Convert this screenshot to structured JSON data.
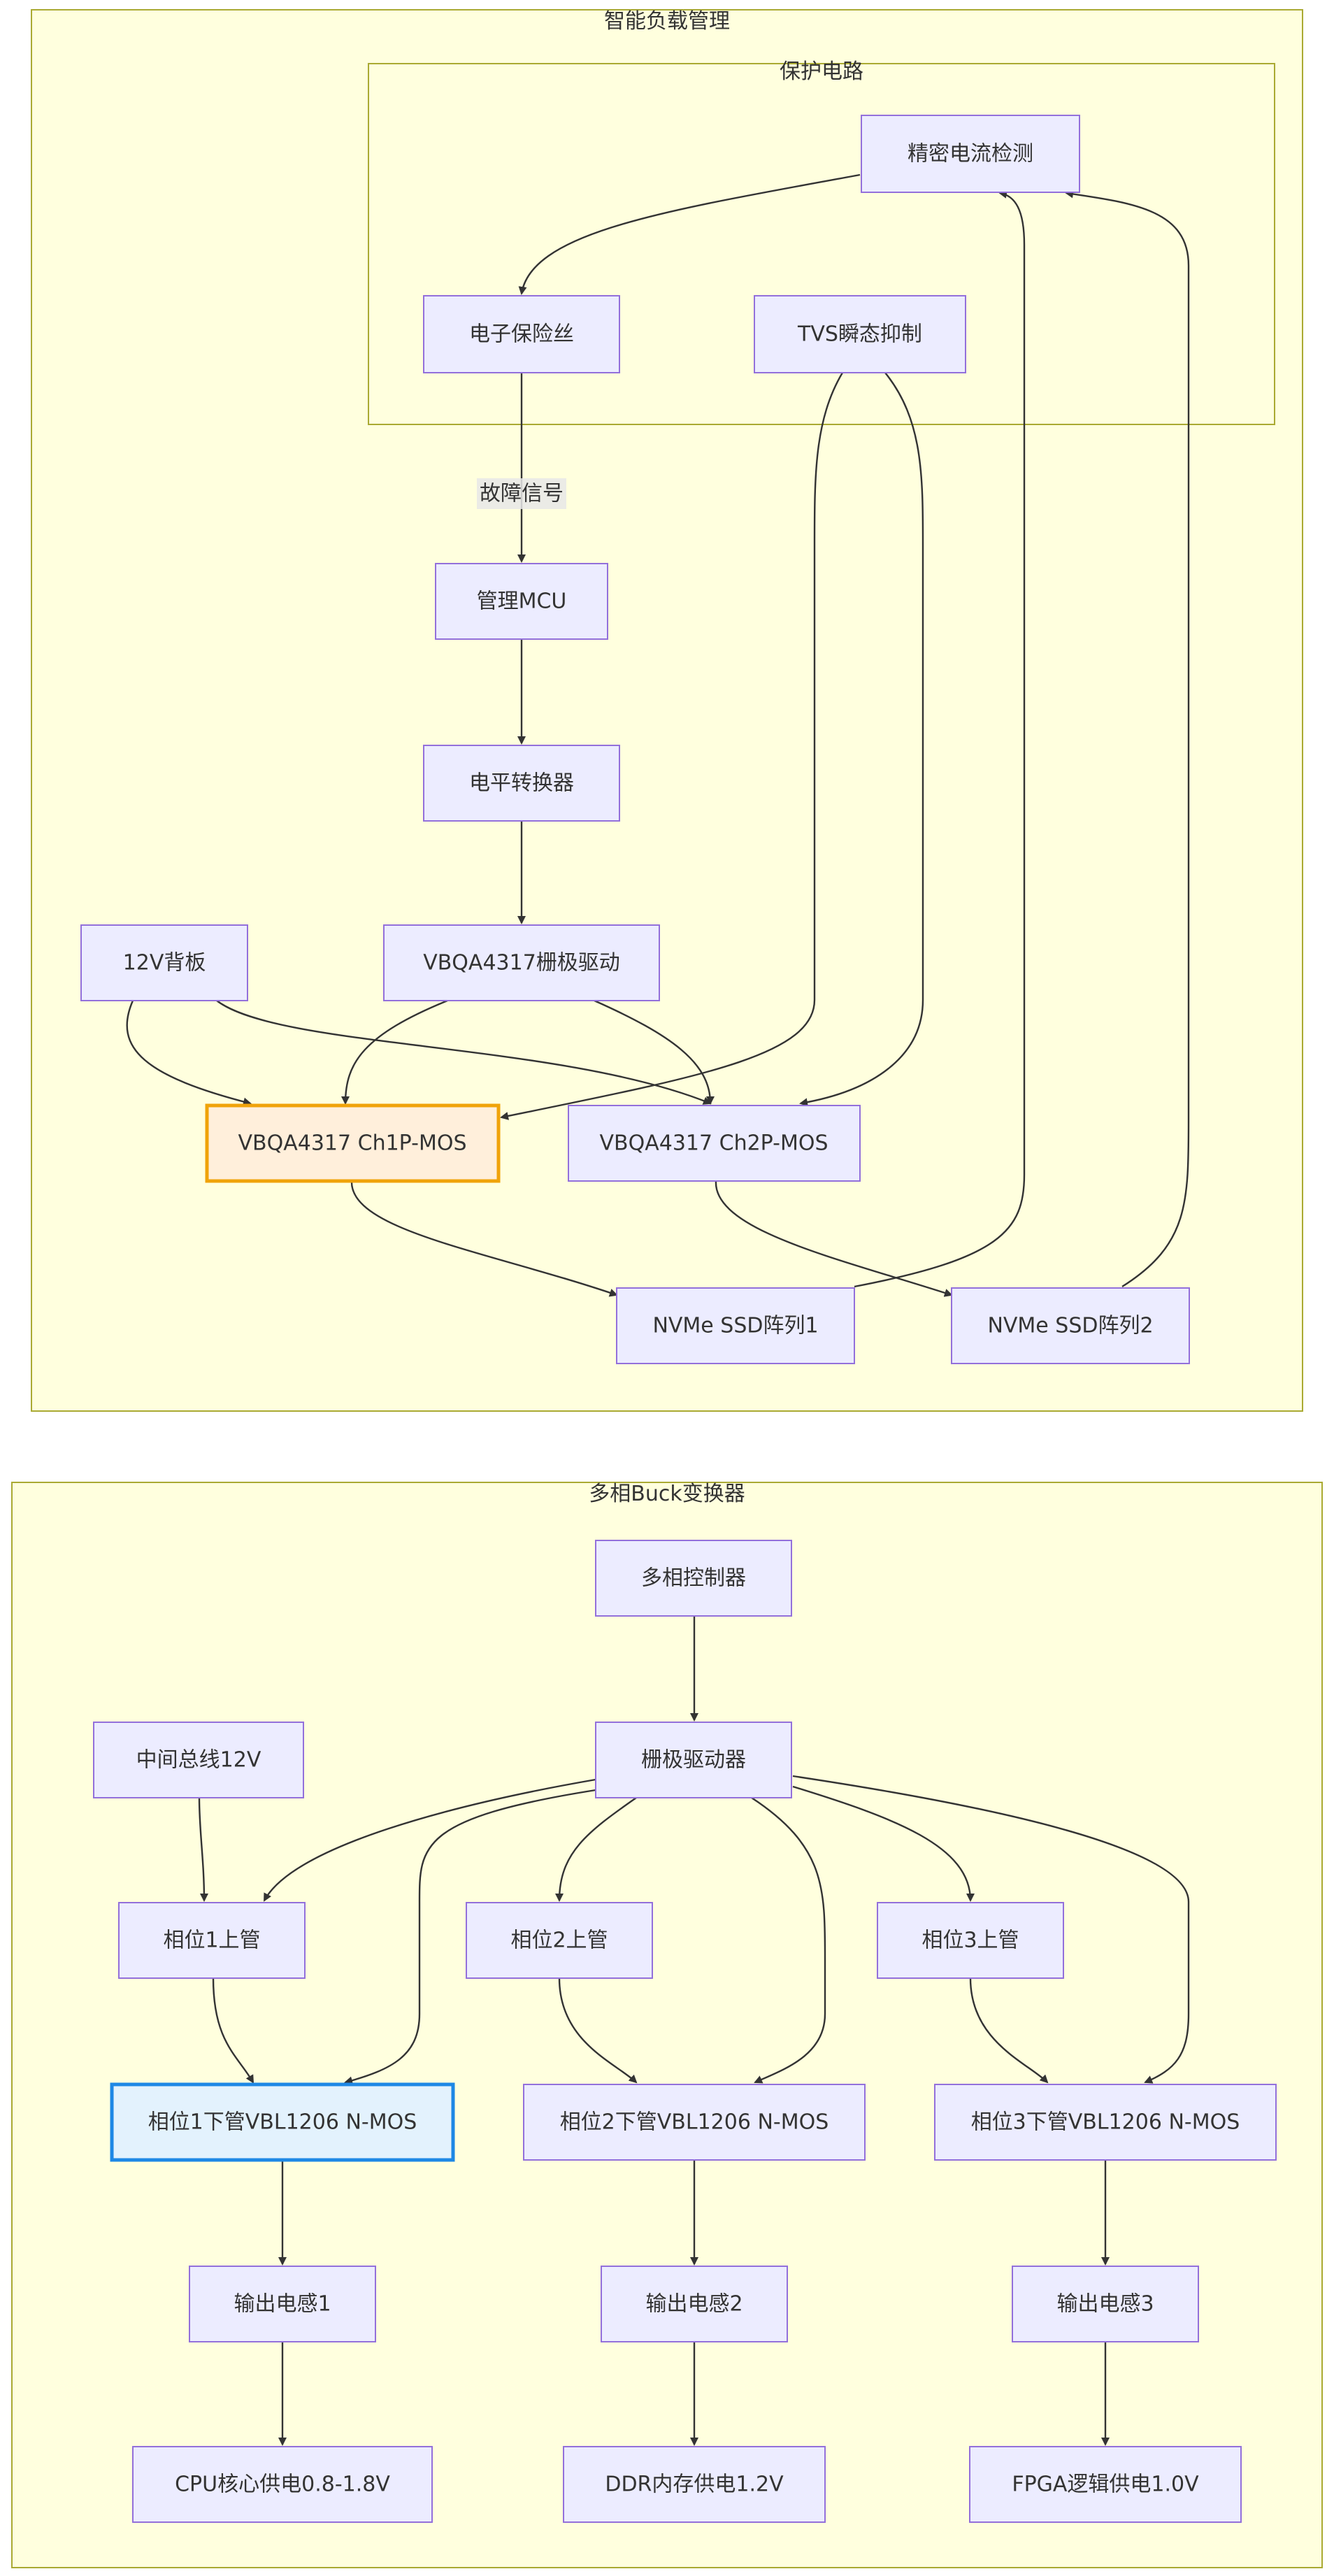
{
  "clusters": {
    "smart_load": "智能负载管理",
    "protection": "保护电路",
    "buck": "多相Buck变换器"
  },
  "nodes": {
    "current_sense": "精密电流检测",
    "efuse": "电子保险丝",
    "tvs": "TVS瞬态抑制",
    "mcu": "管理MCU",
    "level_shifter": "电平转换器",
    "backplane": "12V背板",
    "gate_driver_4317": "VBQA4317栅极驱动",
    "ch1": "VBQA4317 Ch1P-MOS",
    "ch2": "VBQA4317 Ch2P-MOS",
    "ssd1": "NVMe SSD阵列1",
    "ssd2": "NVMe SSD阵列2",
    "controller": "多相控制器",
    "bus12v": "中间总线12V",
    "gate_driver": "栅极驱动器",
    "ph1_hi": "相位1上管",
    "ph2_hi": "相位2上管",
    "ph3_hi": "相位3上管",
    "ph1_lo": "相位1下管VBL1206 N-MOS",
    "ph2_lo": "相位2下管VBL1206 N-MOS",
    "ph3_lo": "相位3下管VBL1206 N-MOS",
    "ind1": "输出电感1",
    "ind2": "输出电感2",
    "ind3": "输出电感3",
    "cpu": "CPU核心供电0.8-1.8V",
    "ddr": "DDR内存供电1.2V",
    "fpga": "FPGA逻辑供电1.0V"
  },
  "edge_labels": {
    "fault_signal": "故障信号"
  },
  "colors": {
    "cluster_fill": "#ffffde",
    "cluster_stroke": "#aaaa33",
    "node_fill": "#ececff",
    "node_stroke": "#9370db",
    "highlight_orange_fill": "#ffefdb",
    "highlight_orange_stroke": "#f0a30a",
    "highlight_blue_fill": "#e3f2fd",
    "highlight_blue_stroke": "#1e88e5"
  }
}
